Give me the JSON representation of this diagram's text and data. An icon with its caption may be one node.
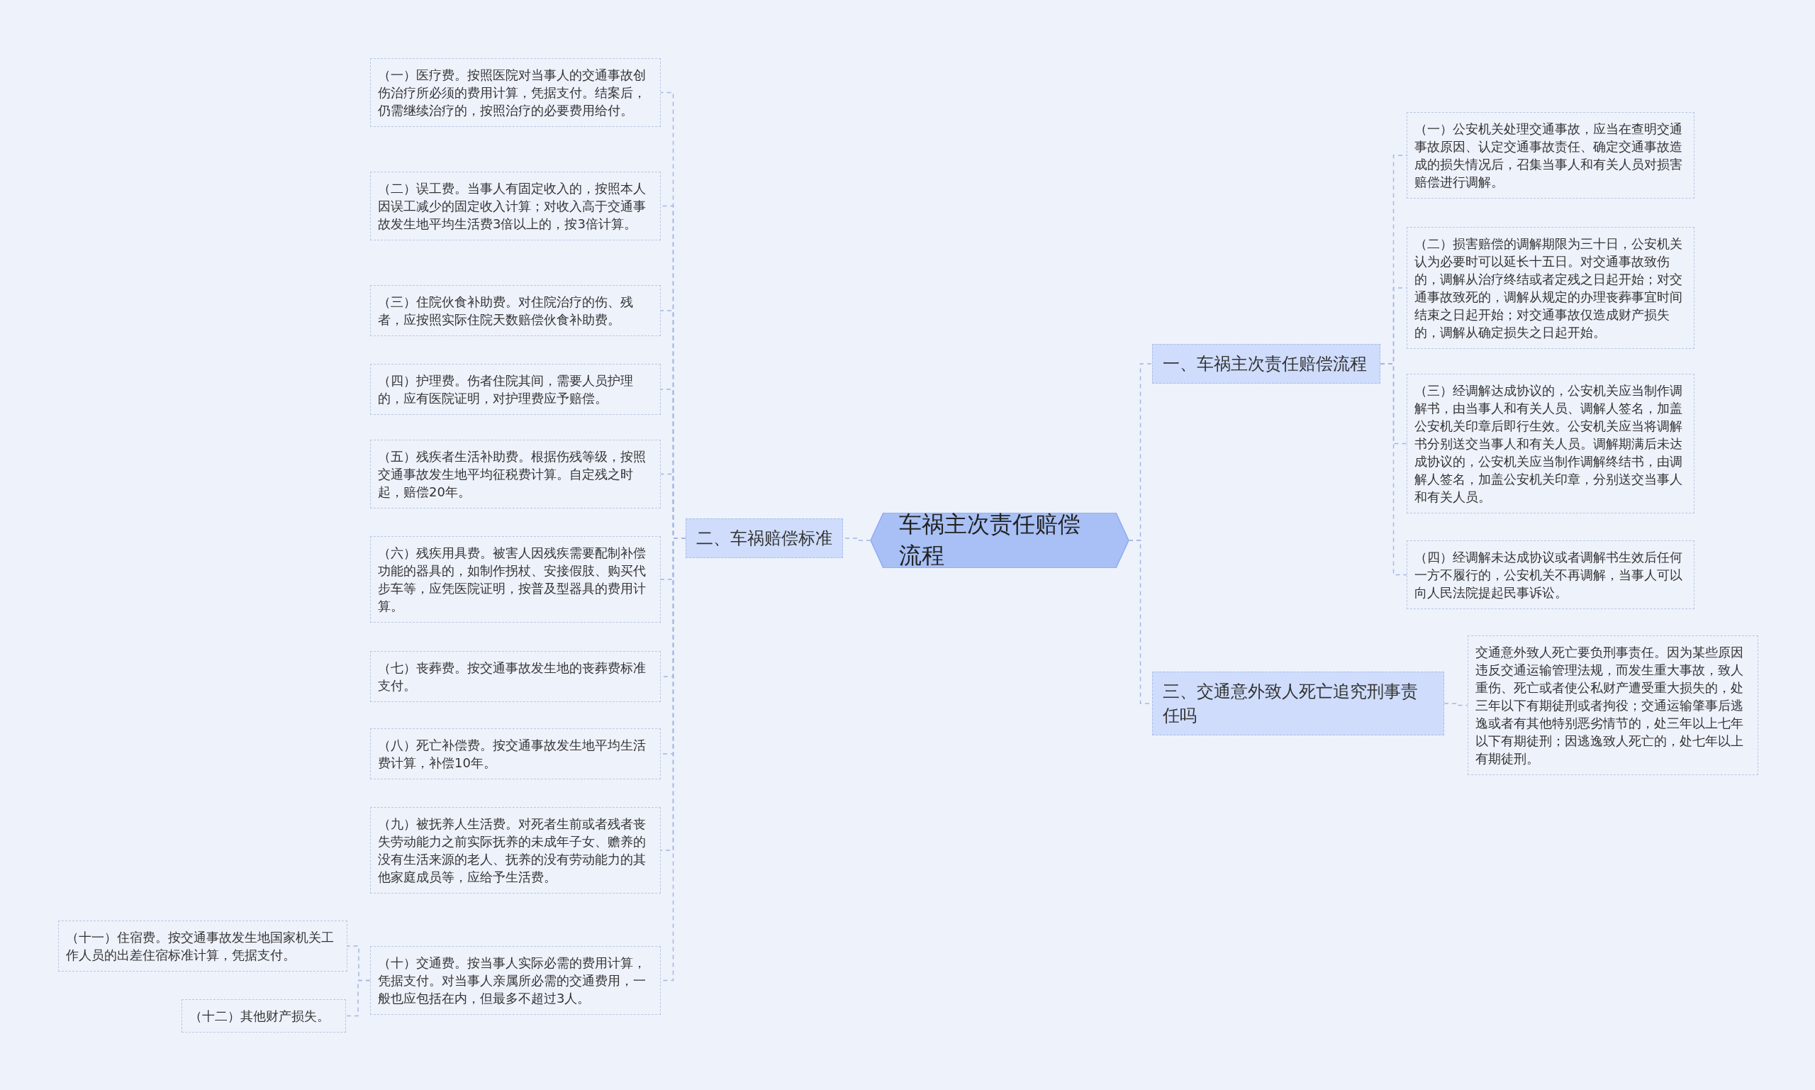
{
  "diagram": {
    "nodes": [
      {
        "text": [
          "车祸主次责任赔偿流程"
        ]
      },
      {
        "text": [
          "一、车祸主次责任赔偿流程"
        ]
      },
      {
        "text": [
          "（一）公安机关处理交通事故，应当在查明交通事故原因、认定交通事故责任、确定交通事故造成的损失情况后，召集当事人和有关人员对损害赔偿进行调解。"
        ]
      },
      {
        "text": [
          "（二）损害赔偿的调解期限为三十日，公安机关认为必要时可以延长十五日。对交通事故致伤的，调解从治疗终结或者定残之日起开始；对交通事故致死的，调解从规定的办理丧葬事宜时间结束之日起开始；对交通事故仅造成财产损失的，调解从确定损失之日起开始。"
        ]
      },
      {
        "text": [
          "（三）经调解达成协议的，公安机关应当制作调解书，由当事人和有关人员、调解人签名，加盖公安机关印章后即行生效。公安机关应当将调解书分别送交当事人和有关人员。调解期满后未达成协议的，公安机关应当制作调解终结书，由调解人签名，加盖公安机关印章，分别送交当事人和有关人员。"
        ]
      },
      {
        "text": [
          "（四）经调解未达成协议或者调解书生效后任何一方不履行的，公安机关不再调解，当事人可以向人民法院提起民事诉讼。"
        ]
      },
      {
        "text": [
          "二、车祸赔偿标准"
        ]
      },
      {
        "text": [
          "（一）医疗费。按照医院对当事人的交通事故创伤治疗所必须的费用计算，凭据支付。结案后，仍需继续治疗的，按照治疗的必要费用给付。"
        ]
      },
      {
        "text": [
          "（二）误工费。当事人有固定收入的，按照本人因误工减少的固定收入计算；对收入高于交通事故发生地平均生活费3倍以上的，按3倍计算。"
        ]
      },
      {
        "text": [
          "（三）住院伙食补助费。对住院治疗的伤、残者，应按照实际住院天数赔偿伙食补助费。"
        ]
      },
      {
        "text": [
          "（四）护理费。伤者住院其间，需要人员护理的，应有医院证明，对护理费应予赔偿。"
        ]
      },
      {
        "text": [
          "（五）残疾者生活补助费。根据伤残等级，按照交通事故发生地平均征税费计算。自定残之时起，赔偿20年。"
        ]
      },
      {
        "text": [
          "（六）残疾用具费。被害人因残疾需要配制补偿功能的器具的，如制作拐杖、安接假肢、购买代步车等，应凭医院证明，按普及型器具的费用计算。"
        ]
      },
      {
        "text": [
          "（七）丧葬费。按交通事故发生地的丧葬费标准支付。"
        ]
      },
      {
        "text": [
          "（八）死亡补偿费。按交通事故发生地平均生活费计算，补偿10年。"
        ]
      },
      {
        "text": [
          "（九）被抚养人生活费。对死者生前或者残者丧失劳动能力之前实际抚养的未成年子女、赡养的没有生活来源的老人、抚养的没有劳动能力的其他家庭成员等，应给予生活费。"
        ]
      },
      {
        "text": [
          "（十）交通费。按当事人实际必需的费用计算，凭据支付。对当事人亲属所必需的交通费用，一般也应包括在内，但最多不超过3人。"
        ]
      },
      {
        "text": [
          "（十一）住宿费。按交通事故发生地国家机关工作人员的出差住宿标准计算，凭据支付。"
        ]
      },
      {
        "text": [
          "（十二）其他财产损失。"
        ]
      },
      {
        "text": [
          "三、交通意外致人死亡追究刑事责任吗"
        ]
      },
      {
        "text": [
          "交通意外致人死亡要负刑事责任。因为某些原因违反交通运输管理法规，而发生重大事故，致人重伤、死亡或者使公私财产遭受重大损失的，处三年以下有期徒刑或者拘役；交通运输肇事后逃逸或者有其他特别恶劣情节的，处三年以上七年以下有期徒刑；因逃逸致人死亡的，处七年以上有期徒刑。"
        ]
      }
    ],
    "edges": [
      {
        "from": 0,
        "to": 1,
        "arrow": "none",
        "style": "dashed"
      },
      {
        "from": 0,
        "to": 6,
        "arrow": "none",
        "style": "dashed"
      },
      {
        "from": 0,
        "to": 19,
        "arrow": "none",
        "style": "dashed"
      },
      {
        "from": 1,
        "to": 2,
        "arrow": "none",
        "style": "dashed"
      },
      {
        "from": 1,
        "to": 3,
        "arrow": "none",
        "style": "dashed"
      },
      {
        "from": 1,
        "to": 4,
        "arrow": "none",
        "style": "dashed"
      },
      {
        "from": 1,
        "to": 5,
        "arrow": "none",
        "style": "dashed"
      },
      {
        "from": 6,
        "to": 7,
        "arrow": "none",
        "style": "dashed"
      },
      {
        "from": 6,
        "to": 8,
        "arrow": "none",
        "style": "dashed"
      },
      {
        "from": 6,
        "to": 9,
        "arrow": "none",
        "style": "dashed"
      },
      {
        "from": 6,
        "to": 10,
        "arrow": "none",
        "style": "dashed"
      },
      {
        "from": 6,
        "to": 11,
        "arrow": "none",
        "style": "dashed"
      },
      {
        "from": 6,
        "to": 12,
        "arrow": "none",
        "style": "dashed"
      },
      {
        "from": 6,
        "to": 13,
        "arrow": "none",
        "style": "dashed"
      },
      {
        "from": 6,
        "to": 14,
        "arrow": "none",
        "style": "dashed"
      },
      {
        "from": 6,
        "to": 15,
        "arrow": "none",
        "style": "dashed"
      },
      {
        "from": 6,
        "to": 16,
        "arrow": "none",
        "style": "dashed"
      },
      {
        "from": 16,
        "to": 17,
        "arrow": "none",
        "style": "dashed"
      },
      {
        "from": 16,
        "to": 18,
        "arrow": "none",
        "style": "dashed"
      },
      {
        "from": 19,
        "to": 20,
        "arrow": "none",
        "style": "dashed"
      }
    ]
  }
}
